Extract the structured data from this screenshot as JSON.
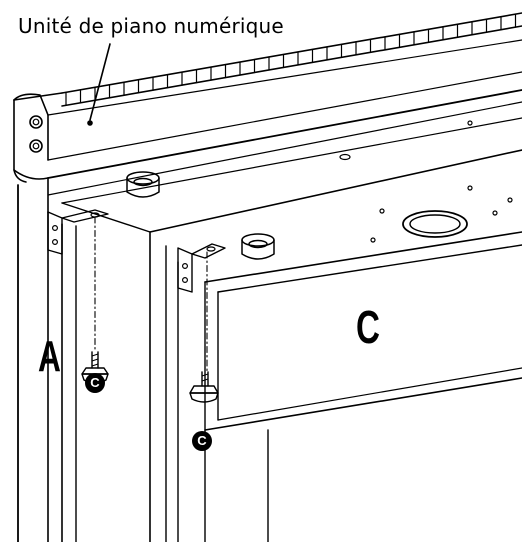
{
  "callout": {
    "text": "Unité de piano numérique"
  },
  "parts": {
    "side_panel": "A",
    "back_panel": "C"
  },
  "screws": [
    {
      "label": "C"
    },
    {
      "label": "C"
    }
  ]
}
